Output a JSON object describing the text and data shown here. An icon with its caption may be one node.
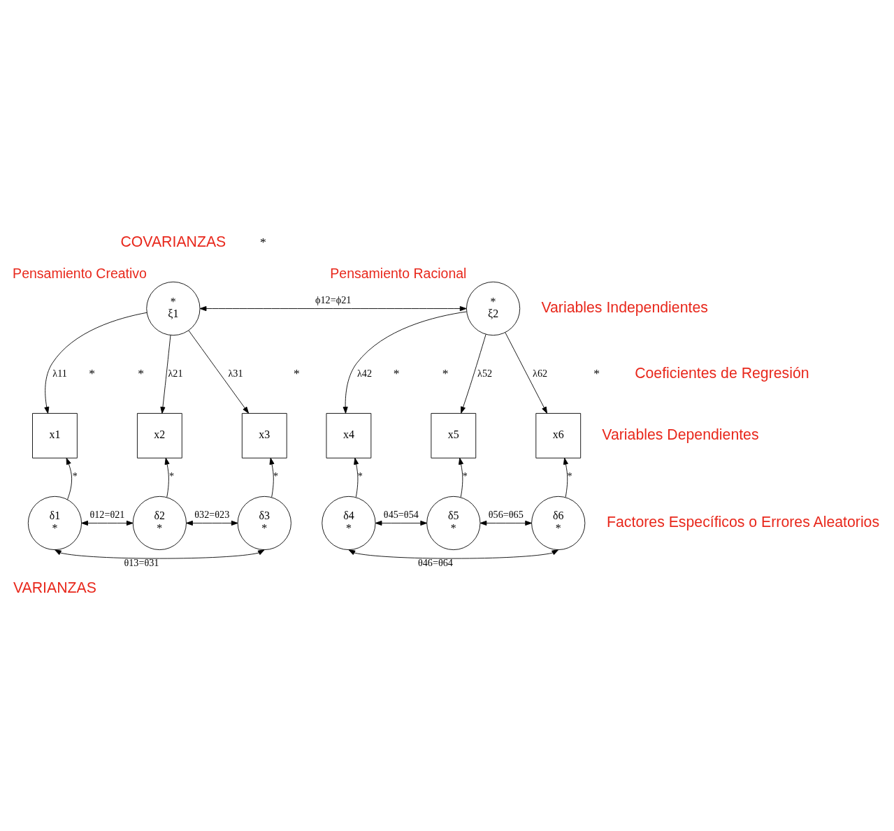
{
  "diagram": {
    "nodes": [
      {
        "text": [
          "*",
          "ξ1"
        ],
        "beside": [
          "Pensamiento Creativo"
        ]
      },
      {
        "text": [
          "*",
          "ξ2"
        ],
        "beside": [
          "Pensamiento Racional"
        ]
      },
      {
        "text": [
          "x1"
        ]
      },
      {
        "text": [
          "x2"
        ]
      },
      {
        "text": [
          "x3"
        ]
      },
      {
        "text": [
          "x4"
        ]
      },
      {
        "text": [
          "x5"
        ]
      },
      {
        "text": [
          "x6"
        ]
      },
      {
        "text": [
          "δ1",
          "*"
        ]
      },
      {
        "text": [
          "δ2",
          "*"
        ]
      },
      {
        "text": [
          "δ3",
          "*"
        ]
      },
      {
        "text": [
          "δ4",
          "*"
        ]
      },
      {
        "text": [
          "δ5",
          "*"
        ]
      },
      {
        "text": [
          "δ6",
          "*"
        ]
      }
    ],
    "edges": [
      {
        "from": 0,
        "to": 1,
        "arrow": "both",
        "label": "ϕ12=ϕ21"
      },
      {
        "from": 0,
        "to": 2,
        "arrow": "to",
        "label": "λ11"
      },
      {
        "from": 0,
        "to": 3,
        "arrow": "to",
        "label": "λ21"
      },
      {
        "from": 0,
        "to": 4,
        "arrow": "to",
        "label": "λ31"
      },
      {
        "from": 1,
        "to": 5,
        "arrow": "to",
        "label": "λ42"
      },
      {
        "from": 1,
        "to": 6,
        "arrow": "to",
        "label": "λ52"
      },
      {
        "from": 1,
        "to": 7,
        "arrow": "to",
        "label": "λ62"
      },
      {
        "from": 8,
        "to": 2,
        "arrow": "to",
        "label": "*"
      },
      {
        "from": 9,
        "to": 3,
        "arrow": "to",
        "label": "*"
      },
      {
        "from": 10,
        "to": 4,
        "arrow": "to",
        "label": "*"
      },
      {
        "from": 11,
        "to": 5,
        "arrow": "to",
        "label": "*"
      },
      {
        "from": 12,
        "to": 6,
        "arrow": "to",
        "label": "*"
      },
      {
        "from": 13,
        "to": 7,
        "arrow": "to",
        "label": "*"
      },
      {
        "from": 8,
        "to": 9,
        "arrow": "both",
        "label": "θ12=θ21"
      },
      {
        "from": 9,
        "to": 10,
        "arrow": "both",
        "label": "θ32=θ23"
      },
      {
        "from": 8,
        "to": 10,
        "arrow": "both",
        "label": "θ13=θ31"
      },
      {
        "from": 11,
        "to": 12,
        "arrow": "both",
        "label": "θ45=θ54"
      },
      {
        "from": 12,
        "to": 13,
        "arrow": "both",
        "label": "θ56=θ65"
      },
      {
        "from": 11,
        "to": 13,
        "arrow": "both",
        "label": "θ46=θ64"
      }
    ],
    "labels": [
      "COVARIANZAS",
      "*",
      "Variables Independientes",
      "*",
      "*",
      "*",
      "*",
      "*",
      "*",
      "Coeficientes de Regresión",
      "Variables Dependientes",
      "Factores Específicos o Errores Aleatorios",
      "VARIANZAS"
    ]
  }
}
